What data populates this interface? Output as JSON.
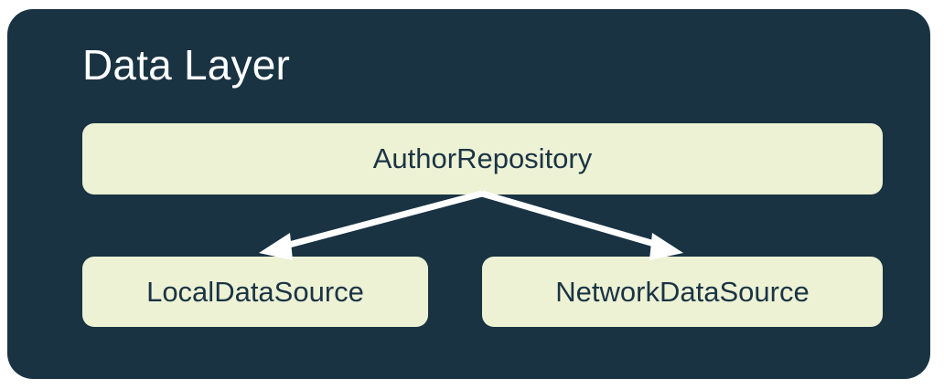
{
  "diagram": {
    "title": "Data Layer",
    "background_color": "#193343",
    "node_fill_color": "#EDF2D4",
    "node_text_color": "#1B3445",
    "title_text_color": "#FFFFFF",
    "arrow_color": "#FFFFFF",
    "canvas_background": "#FFFFFF",
    "nodes": [
      {
        "id": "author-repository",
        "label": "AuthorRepository"
      },
      {
        "id": "local-data-source",
        "label": "LocalDataSource"
      },
      {
        "id": "network-data-source",
        "label": "NetworkDataSource"
      }
    ],
    "edges": [
      {
        "from": "AuthorRepository",
        "to": "LocalDataSource",
        "style": "solid-arrow"
      },
      {
        "from": "AuthorRepository",
        "to": "NetworkDataSource",
        "style": "solid-arrow"
      }
    ]
  }
}
